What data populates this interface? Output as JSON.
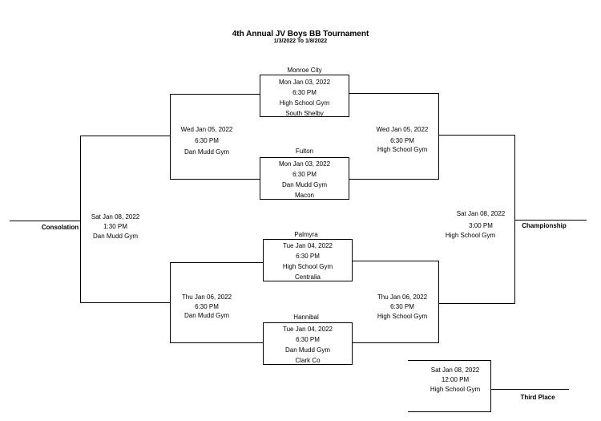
{
  "title": "4th Annual JV Boys BB Tournament",
  "subtitle": "1/3/2022 To 1/8/2022",
  "games": {
    "g1": {
      "top_team": "Monroe City",
      "date": "Mon Jan 03, 2022",
      "time": "6:30 PM",
      "location": "High School Gym",
      "bottom_team": "South Shelby"
    },
    "g2": {
      "top_team": "Fulton",
      "date": "Mon Jan 03, 2022",
      "time": "6:30 PM",
      "location": "Dan Mudd Gym",
      "bottom_team": "Macon"
    },
    "g3": {
      "top_team": "Palmyra",
      "date": "Tue Jan 04, 2022",
      "time": "6:30 PM",
      "location": "High School Gym",
      "bottom_team": "Centralia"
    },
    "g4": {
      "top_team": "Hannibal",
      "date": "Tue Jan 04, 2022",
      "time": "6:30 PM",
      "location": "Dan Mudd Gym",
      "bottom_team": "Clark Co"
    }
  },
  "semis": {
    "cons_top": {
      "date": "Wed Jan 05, 2022",
      "time": "6:30 PM",
      "location": "Dan Mudd Gym"
    },
    "champ_top": {
      "date": "Wed Jan 05, 2022",
      "time": "6:30 PM",
      "location": "High School Gym"
    },
    "cons_bottom": {
      "date": "Thu Jan 06, 2022",
      "time": "6:30 PM",
      "location": "Dan Mudd Gym"
    },
    "champ_bottom": {
      "date": "Thu Jan 06, 2022",
      "time": "6:30 PM",
      "location": "High School Gym"
    }
  },
  "finals": {
    "consolation": {
      "label": "Consolation",
      "date": "Sat Jan 08, 2022",
      "time": "1:30 PM",
      "location": "Dan Mudd Gym"
    },
    "championship": {
      "label": "Championship",
      "date": "Sat Jan 08, 2022",
      "time": "3:00 PM",
      "location": "High School Gym"
    },
    "third_place": {
      "label": "Third Place",
      "date": "Sat Jan 08, 2022",
      "time": "12:00 PM",
      "location": "High School Gym"
    }
  }
}
